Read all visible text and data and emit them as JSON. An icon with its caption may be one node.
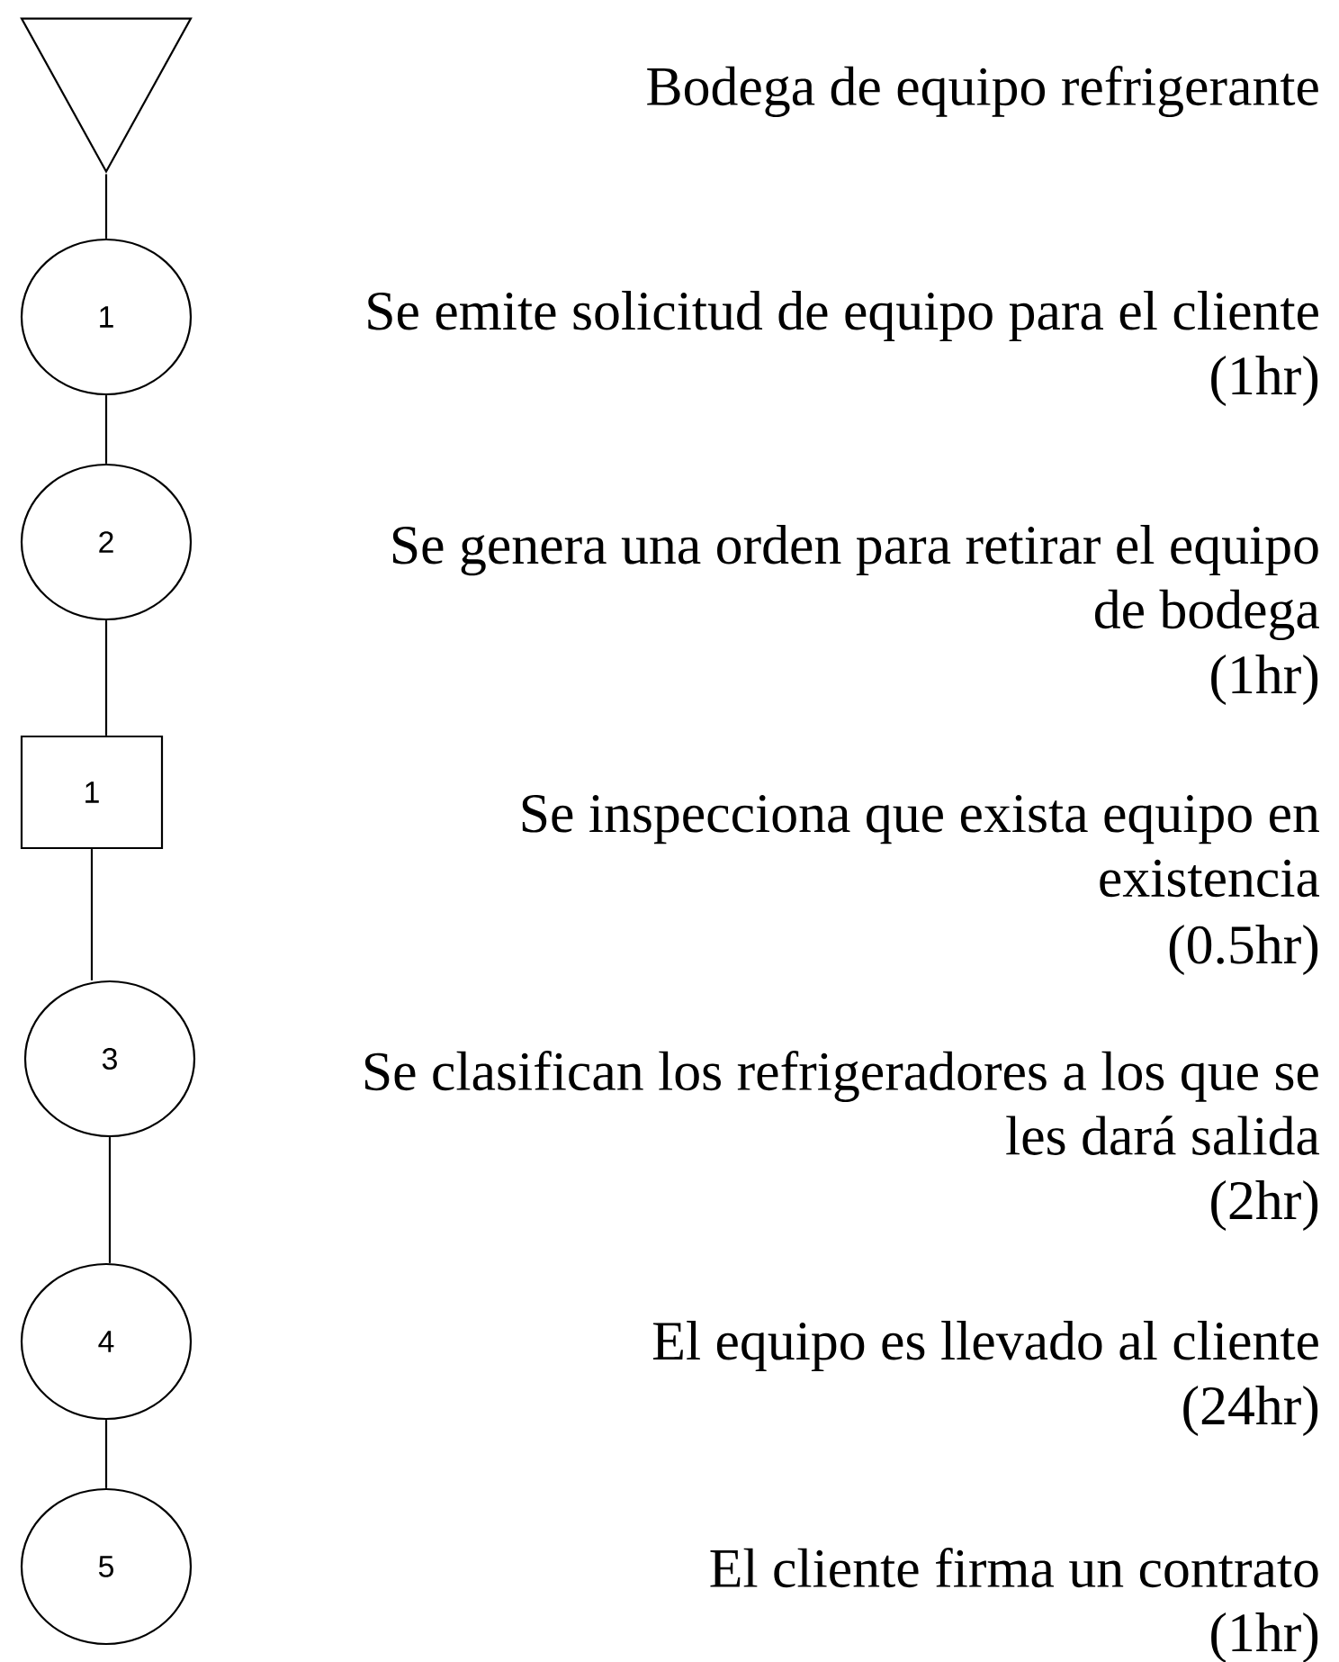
{
  "diagram": {
    "nodes": [
      {
        "text": [],
        "shape": "triangle"
      },
      {
        "text": [
          "1"
        ],
        "beside": [
          "Se emite solicitud de equipo para el cliente",
          "(1hr)"
        ]
      },
      {
        "text": [
          "2"
        ],
        "beside": [
          "Se genera una orden para retirar el equipo de bodega",
          "(1hr)"
        ]
      },
      {
        "text": [
          "1"
        ],
        "beside": [
          "Se inspecciona que exista equipo en existencia",
          "(0.5hr)"
        ]
      },
      {
        "text": [
          "3"
        ],
        "beside": [
          "Se clasifican los refrigeradores a los que se les dará salida",
          "(2hr)"
        ]
      },
      {
        "text": [
          "4"
        ],
        "beside": [
          "El equipo es llevado al cliente",
          "(24hr)"
        ]
      },
      {
        "text": [
          "5"
        ],
        "beside": [
          "El cliente firma un contrato",
          "(1hr)"
        ]
      }
    ],
    "edges": [
      {
        "from": 0,
        "to": 1,
        "arrow": "none"
      },
      {
        "from": 1,
        "to": 2,
        "arrow": "none"
      },
      {
        "from": 2,
        "to": 3,
        "arrow": "none"
      },
      {
        "from": 3,
        "to": 4,
        "arrow": "none"
      },
      {
        "from": 4,
        "to": 5,
        "arrow": "none"
      },
      {
        "from": 5,
        "to": 6,
        "arrow": "none"
      }
    ],
    "labels": [
      "Bodega de equipo refrigerante"
    ]
  }
}
